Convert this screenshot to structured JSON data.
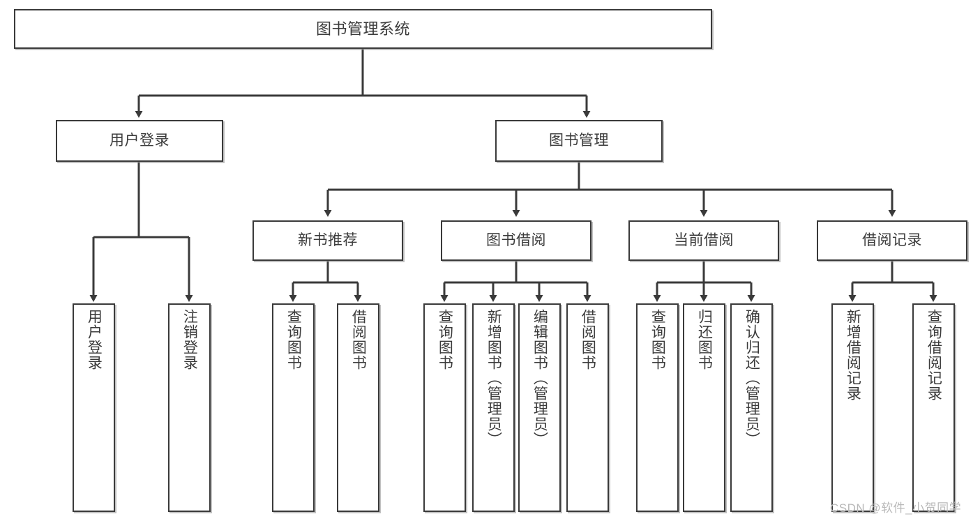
{
  "diagram": {
    "title": "图书管理系统",
    "type": "tree-flowchart",
    "root": {
      "label": "图书管理系统"
    },
    "level1": [
      {
        "label": "用户登录"
      },
      {
        "label": "图书管理"
      }
    ],
    "level2": [
      {
        "label": "新书推荐"
      },
      {
        "label": "图书借阅"
      },
      {
        "label": "当前借阅"
      },
      {
        "label": "借阅记录"
      }
    ],
    "leaves": {
      "user_login": [
        {
          "label": "用户登录"
        },
        {
          "label": "注销登录"
        }
      ],
      "new_book_recommend": [
        {
          "label": "查询图书"
        },
        {
          "label": "借阅图书"
        }
      ],
      "book_borrow": [
        {
          "label": "查询图书"
        },
        {
          "label": "新增图书（管理员）"
        },
        {
          "label": "编辑图书（管理员）"
        },
        {
          "label": "借阅图书"
        }
      ],
      "current_borrow": [
        {
          "label": "查询图书"
        },
        {
          "label": "归还图书"
        },
        {
          "label": "确认归还（管理员）"
        }
      ],
      "borrow_record": [
        {
          "label": "新增借阅记录"
        },
        {
          "label": "查询借阅记录"
        }
      ]
    }
  },
  "watermark": {
    "text": "CSDN @软件_小贺同学"
  },
  "colors": {
    "stroke": "#3a3a3a",
    "text": "#3b3b3b",
    "background": "#ffffff",
    "shadow": "#8c8c8c",
    "watermark": "#b9b9b9"
  }
}
